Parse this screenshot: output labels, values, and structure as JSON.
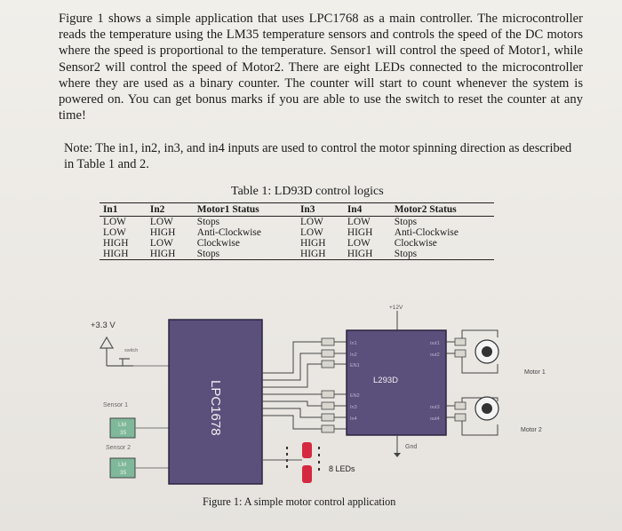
{
  "paragraph": "Figure 1 shows a simple application that uses LPC1768 as a main controller. The microcontroller reads the temperature using the LM35 temperature sensors and controls the speed of the DC motors where the speed is proportional to the temperature. Sensor1 will control the speed of Motor1, while Sensor2 will control the speed of Motor2. There are eight LEDs connected to the microcontroller where they are used as a binary counter. The counter will start to count whenever the system is powered on. You can get bonus marks if you are able to use the switch to reset the counter at any time!",
  "note": "Note: The in1, in2, in3, and in4 inputs are used to control the motor spinning direction as described in Table 1 and 2.",
  "table": {
    "caption": "Table 1: LD93D control logics",
    "headers": [
      "In1",
      "In2",
      "Motor1 Status",
      "In3",
      "In4",
      "Motor2 Status"
    ],
    "rows": [
      [
        "LOW",
        "LOW",
        "Stops",
        "LOW",
        "LOW",
        "Stops"
      ],
      [
        "LOW",
        "HIGH",
        "Anti-Clockwise",
        "LOW",
        "HIGH",
        "Anti-Clockwise"
      ],
      [
        "HIGH",
        "LOW",
        "Clockwise",
        "HIGH",
        "LOW",
        "Clockwise"
      ],
      [
        "HIGH",
        "HIGH",
        "Stops",
        "HIGH",
        "HIGH",
        "Stops"
      ]
    ]
  },
  "diagram": {
    "supply_3v3": "+3.3 V",
    "switch": "switch",
    "sensor1": "Sensor 1",
    "sensor2": "Sensor 2",
    "lm35_line1": "LM",
    "lm35_line2": "35",
    "mcu": "LPC1678",
    "driver": "L293D",
    "supply_12v": "+12V",
    "gnd": "Gnd",
    "pins_left": [
      "In1",
      "In2",
      "EN1",
      "EN2",
      "In3",
      "In4"
    ],
    "pins_right": [
      "out1",
      "out2",
      "out3",
      "out4"
    ],
    "motor1": "Motor 1",
    "motor2": "Motor 2",
    "leds": "8 LEDs",
    "figure_caption": "Figure 1: A simple motor control application",
    "colors": {
      "mcu": "#5b4f7c",
      "driver": "#5b4f7c",
      "led": "#d5293f",
      "wire": "#3a3a3a"
    }
  }
}
